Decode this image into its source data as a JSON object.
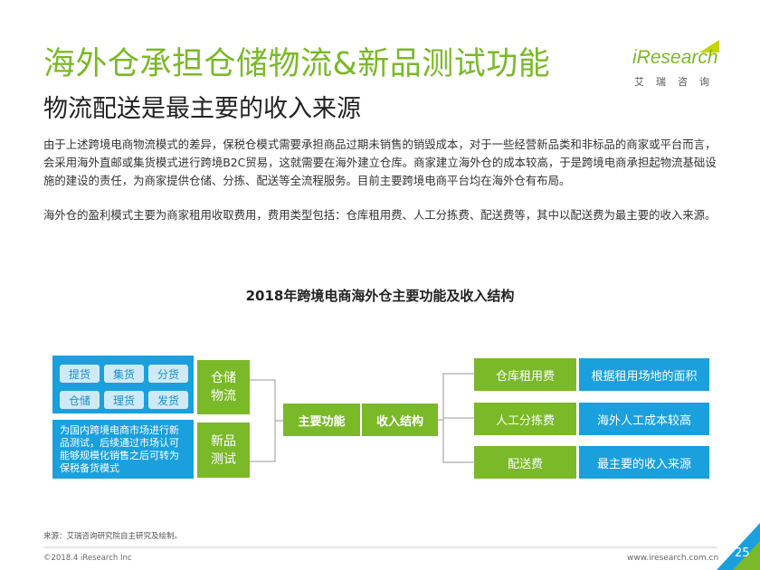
{
  "header": {
    "title": "海外仓承担仓储物流&新品测试功能",
    "subtitle": "物流配送是最主要的收入来源",
    "logo_brand": "iResearch",
    "logo_cn": "艾瑞咨询"
  },
  "body": {
    "paragraph1": "由于上述跨境电商物流模式的差异，保税仓模式需要承担商品过期未销售的销毁成本，对于一些经营新品类和非标品的商家或平台而言，会采用海外直邮或集货模式进行跨境B2C贸易，这就需要在海外建立仓库。商家建立海外仓的成本较高，于是跨境电商承担起物流基础设施的建设的责任，为商家提供仓储、分拣、配送等全流程服务。目前主要跨境电商平台均在海外仓有布局。",
    "paragraph2": "海外仓的盈利模式主要为商家租用收取费用，费用类型包括：仓库租用费、人工分拣费、配送费等，其中以配送费为最主要的收入来源。"
  },
  "diagram": {
    "title": "2018年跨境电商海外仓主要功能及收入结构",
    "storage_items": [
      "提货",
      "集货",
      "分货",
      "仓储",
      "理货",
      "发货"
    ],
    "storage_label": "仓储物流",
    "newproduct_desc": "为国内跨境电商市场进行新品测试，后续通过市场认可能够规模化销售之后可转为保税备货模式",
    "newproduct_label": "新品测试",
    "main_function": "主要功能",
    "revenue_structure": "收入结构",
    "revenue_items": [
      {
        "name": "仓库租用费",
        "desc": "根据租用场地的面积"
      },
      {
        "name": "人工分拣费",
        "desc": "海外人工成本较高"
      },
      {
        "name": "配送费",
        "desc": "最主要的收入来源"
      }
    ],
    "colors": {
      "green": "#7ab928",
      "blue": "#1aa0dc",
      "pill_bg": "#cfeaf6"
    }
  },
  "footer": {
    "source": "来源：艾瑞咨询研究院自主研究及绘制。",
    "copyright": "©2018.4 iResearch Inc",
    "website": "www.iresearch.com.cn",
    "page": "25"
  }
}
